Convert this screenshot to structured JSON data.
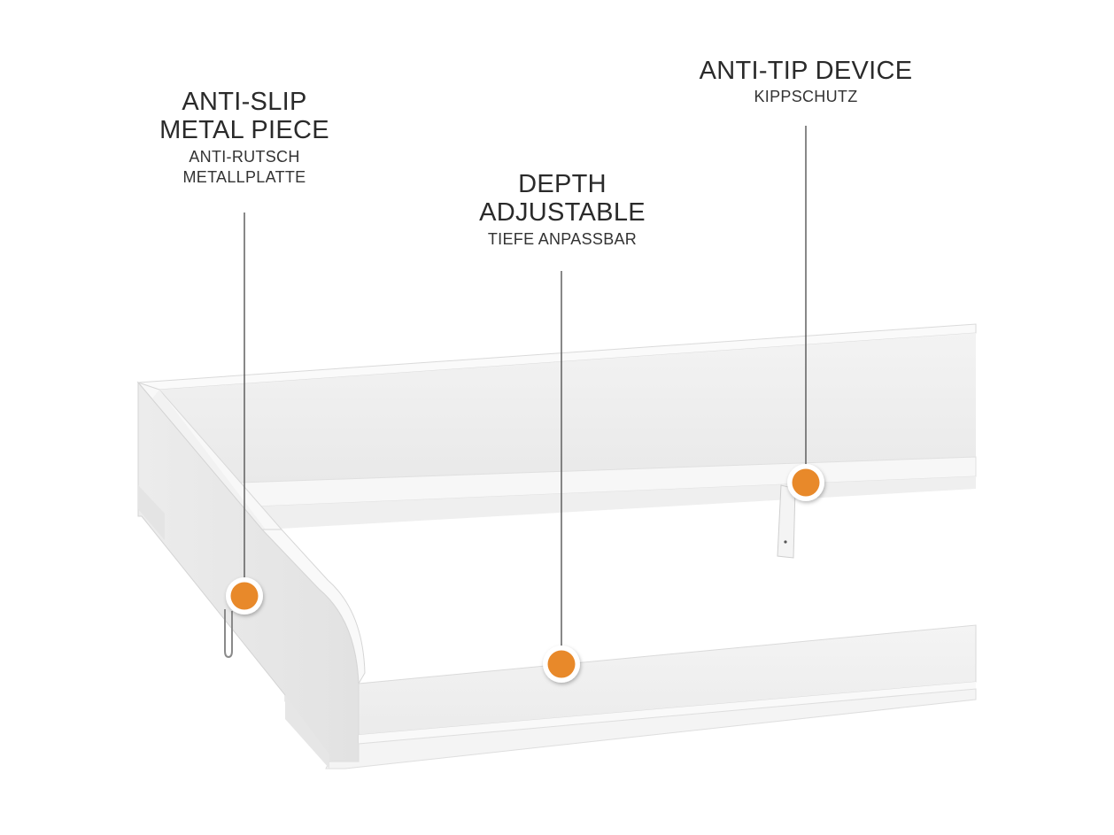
{
  "callouts": {
    "anti_slip": {
      "title": "ANTI-SLIP\nMETAL PIECE",
      "subtitle": "ANTI-RUTSCH\nMETALLPLATTE"
    },
    "depth": {
      "title": "DEPTH\nADJUSTABLE",
      "subtitle": "TIEFE ANPASSBAR"
    },
    "anti_tip": {
      "title": "ANTI-TIP DEVICE",
      "subtitle": "KIPPSCHUTZ"
    }
  },
  "colors": {
    "marker": "#e8892b",
    "marker_ring": "#ffffff",
    "leader_line": "#555555",
    "board_light": "#f6f6f6",
    "board_mid": "#ececec",
    "board_shadow": "#dcdcdc",
    "edge": "#d2d2d2"
  }
}
